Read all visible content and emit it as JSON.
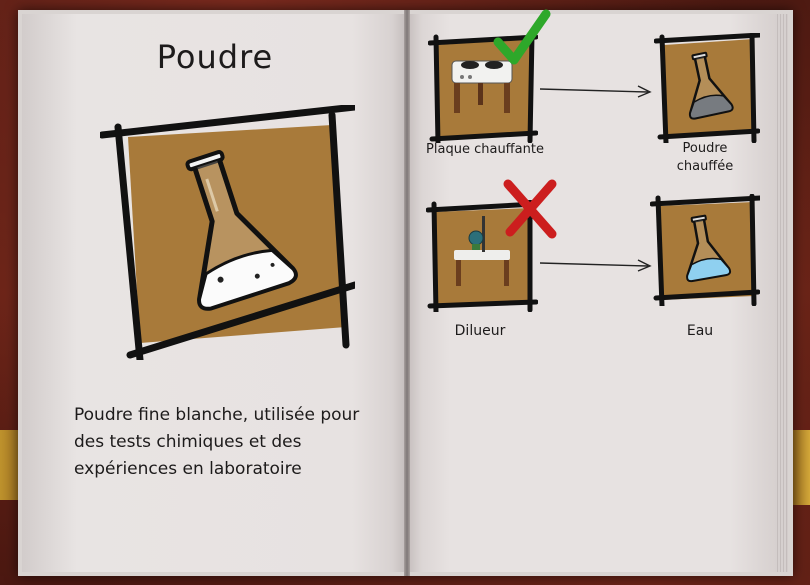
{
  "item": {
    "title": "Poudre",
    "description": "Poudre fine blanche, utilisée pour des tests chimiques et des expériences en laboratoire"
  },
  "recipes": [
    {
      "tool_label": "Plaque chauffante",
      "result_label_line1": "Poudre",
      "result_label_line2": "chauffée",
      "status": "allowed"
    },
    {
      "tool_label": "Dilueur",
      "result_label": "Eau",
      "status": "not-allowed"
    }
  ],
  "colors": {
    "card_fill": "#a87a3a",
    "check_green": "#2ea82a",
    "cross_red": "#cc1e1e"
  },
  "icons": {
    "main": "flask-powder-icon",
    "heater": "hot-plate-icon",
    "diluter": "diluter-icon",
    "result1": "flask-heated-powder-icon",
    "result2": "flask-water-icon"
  }
}
